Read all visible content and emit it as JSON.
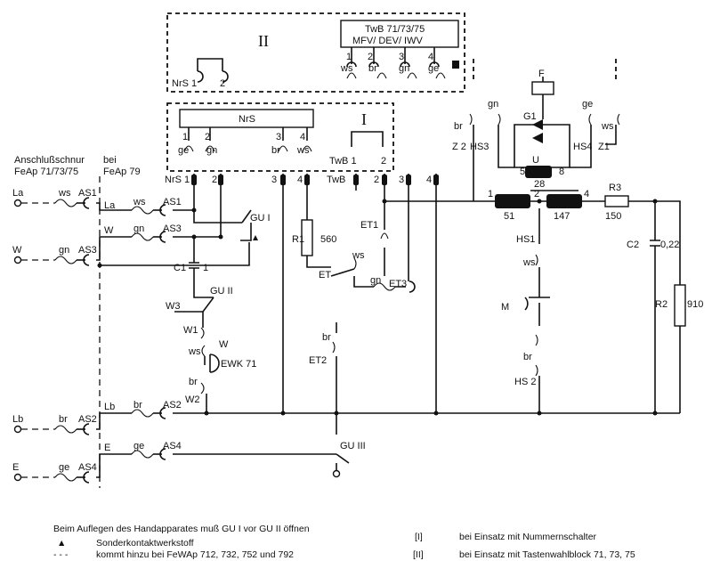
{
  "header": {
    "cord_title": "Anschlußschnur",
    "cord_types": "FeAp 71/73/75",
    "bei": "bei",
    "feap79": "FeAp 79"
  },
  "boxes": {
    "roman_2": "II",
    "roman_1": "I",
    "twb_line1": "TwB 71/73/75",
    "twb_line2": "MFV/ DEV/ IWV",
    "nrs_block": "NrS"
  },
  "labels": {
    "nrs_1": "NrS 1",
    "n_2": "2",
    "n_1": "1",
    "n_3": "3",
    "n_4": "4",
    "ws": "ws",
    "br": "br",
    "ge": "ge",
    "gn": "gn",
    "twb1": "TwB 1",
    "twb": "TwB",
    "La": "La",
    "W": "W",
    "Lb": "Lb",
    "E": "E",
    "AS1": "AS1",
    "AS2": "AS2",
    "AS3": "AS3",
    "AS4": "AS4",
    "GUI": "GU I",
    "GUII": "GU II",
    "GUIII": "GU III",
    "C1": "C1",
    "W1": "W1",
    "W2": "W2",
    "W3": "W3",
    "EWK71": "EWK 71",
    "R1": "R1",
    "R1_val": "560",
    "ET": "ET",
    "ET1": "ET1",
    "ET2": "ET2",
    "ET3": "ET3",
    "F": "F",
    "G1": "G1",
    "U": "U",
    "HS1": "HS1",
    "HS2": "HS 2",
    "HS3": "HS3",
    "HS4": "HS4",
    "Z1": "Z1",
    "Z2": "Z 2",
    "n_5": "5",
    "n_8": "8",
    "n_28": "28",
    "n_51": "51",
    "n_147": "147",
    "R3": "R3",
    "R3_val": "150",
    "C2": "C2",
    "C2_val": "0,22",
    "R2": "R2",
    "R2_val": "910",
    "M": "M"
  },
  "legend": {
    "note": "Beim Auflegen des Handapparates muß GU I vor GU II öffnen",
    "triangle_label": "Sonderkontaktwerkstoff",
    "dash_label": "kommt hinzu bei FeWAp 712, 732, 752 und 792",
    "box1_marker": "[I]",
    "box1_label": "bei Einsatz mit Nummernschalter",
    "box2_marker": "[II]",
    "box2_label": "bei Einsatz mit Tastenwahlblock 71, 73, 75"
  }
}
